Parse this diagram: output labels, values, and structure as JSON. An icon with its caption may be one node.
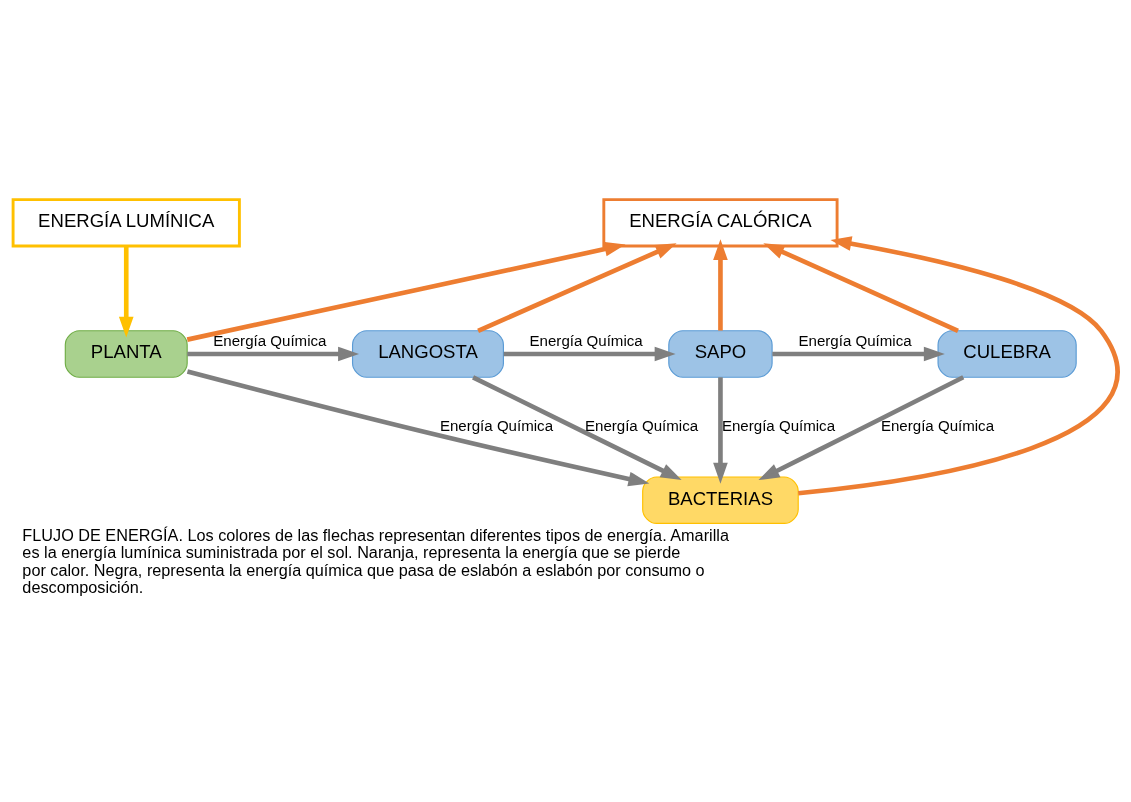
{
  "diagram": {
    "caption": "FLUJO DE ENERGÍA. Los colores de las flechas representan diferentes tipos de energía. Amarilla es la energía lumínica suministrada por el sol. Naranja, representa la energía que se pierde por calor. Negra, representa la energía química que pasa de eslabón a eslabón por consumo o descomposición.",
    "nodes": [
      {
        "text": [
          "ENERGÍA LUMÍNICA"
        ]
      },
      {
        "text": [
          "ENERGÍA CALÓRICA"
        ]
      },
      {
        "text": [
          "PLANTA"
        ]
      },
      {
        "text": [
          "LANGOSTA"
        ]
      },
      {
        "text": [
          "SAPO"
        ]
      },
      {
        "text": [
          "CULEBRA"
        ]
      },
      {
        "text": [
          "BACTERIAS"
        ]
      }
    ],
    "edges": [
      {
        "from": 0,
        "to": 2,
        "arrow": "to",
        "color": "#ffc000"
      },
      {
        "from": 2,
        "to": 1,
        "arrow": "to",
        "color": "#ed7d31"
      },
      {
        "from": 3,
        "to": 1,
        "arrow": "to",
        "color": "#ed7d31"
      },
      {
        "from": 4,
        "to": 1,
        "arrow": "to",
        "color": "#ed7d31"
      },
      {
        "from": 5,
        "to": 1,
        "arrow": "to",
        "color": "#ed7d31"
      },
      {
        "from": 6,
        "to": 1,
        "arrow": "to",
        "color": "#ed7d31"
      },
      {
        "from": 2,
        "to": 3,
        "arrow": "to",
        "label": "Energía Química"
      },
      {
        "from": 3,
        "to": 4,
        "arrow": "to",
        "label": "Energía Química"
      },
      {
        "from": 4,
        "to": 5,
        "arrow": "to",
        "label": "Energía Química"
      },
      {
        "from": 2,
        "to": 6,
        "arrow": "to",
        "label": "Energía Química"
      },
      {
        "from": 3,
        "to": 6,
        "arrow": "to",
        "label": "Energía Química"
      },
      {
        "from": 4,
        "to": 6,
        "arrow": "to",
        "label": "Energía Química"
      },
      {
        "from": 5,
        "to": 6,
        "arrow": "to",
        "label": "Energía Química"
      }
    ]
  }
}
